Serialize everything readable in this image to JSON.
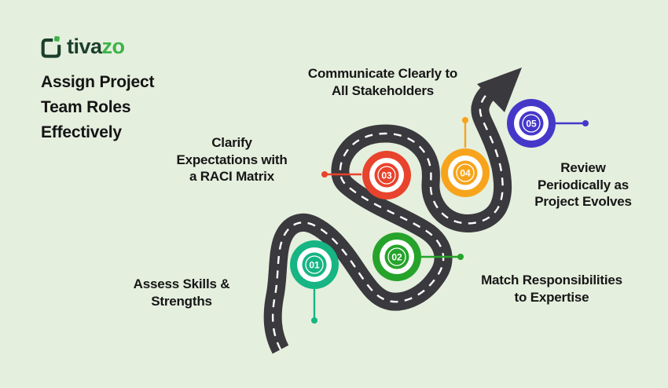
{
  "brand": {
    "name_prefix": "tiva",
    "name_suffix": "zo"
  },
  "page_title": {
    "line1": "Assign Project",
    "line2": "Team Roles",
    "line3": "Effectively"
  },
  "milestones": [
    {
      "number": "01",
      "color": "#16B583",
      "label_line1": "Assess Skills &",
      "label_line2": "Strengths"
    },
    {
      "number": "02",
      "color": "#26A32B",
      "label_line1": "Match Responsibilities",
      "label_line2": "to Expertise"
    },
    {
      "number": "03",
      "color": "#E8432C",
      "label_line1": "Clarify",
      "label_line2": "Expectations with",
      "label_line3": "a RACI Matrix"
    },
    {
      "number": "04",
      "color": "#F7A41C",
      "label_line1": "Communicate Clearly to",
      "label_line2": "All Stakeholders"
    },
    {
      "number": "05",
      "color": "#4538C9",
      "label_line1": "Review",
      "label_line2": "Periodically as",
      "label_line3": "Project Evolves"
    }
  ],
  "colors": {
    "background": "#E5EFDE",
    "road": "#3A393D",
    "road_dash": "#FFFFFF",
    "text": "#161616",
    "brand_dark": "#1B3F2C",
    "brand_green": "#3CB34A"
  }
}
